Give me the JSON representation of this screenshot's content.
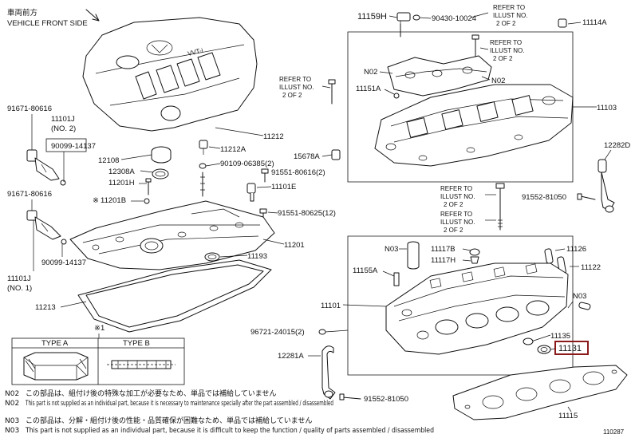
{
  "header": {
    "direction_jp": "車両前方",
    "direction_en": "VEHICLE FRONT SIDE"
  },
  "cover": {
    "badge": "VVT-i"
  },
  "labels": {
    "p11159H": "11159H",
    "p90430_10024": "90430-10024",
    "p11114A": "11114A",
    "p11151A": "11151A",
    "p11103": "11103",
    "p15678A": "15678A",
    "p12282D": "12282D",
    "p91552_81050a": "91552-81050",
    "p91552_81050b": "91552-81050",
    "p91671_80616a": "91671-80616",
    "p91671_80616b": "91671-80616",
    "p11101Ja": "11101J",
    "p11101Jb": "11101J",
    "no2a": "(NO. 2)",
    "no1a": "(NO. 1)",
    "p90099_14137a": "90099-14137",
    "p90099_14137b": "90099-14137",
    "p12108": "12108",
    "p12308A": "12308A",
    "p11212": "11212",
    "p11212A": "11212A",
    "p90109_06385": "90109-06385(2)",
    "p91551_80616": "91551-80616(2)",
    "p11101E": "11101E",
    "p11201H": "11201H",
    "p11201B": "11201B",
    "p91551_80625": "91551-80625(12)",
    "p11201": "11201",
    "p11193": "11193",
    "p11213": "11213",
    "p11101": "11101",
    "p96721_24015": "96721-24015(2)",
    "p12281A": "12281A",
    "p11115": "11115",
    "p11135": "11135",
    "p11131": "11131",
    "p11122": "11122",
    "p11126": "11126",
    "p11117B": "11117B",
    "p11117H": "11117H",
    "p11155A": "11155A",
    "n03a": "N03",
    "n03b": "N03",
    "n02a": "N02",
    "n02b": "N02",
    "star": "※",
    "star1": "※1",
    "fig_code": "110287"
  },
  "refer": [
    {
      "line1": "REFER TO",
      "line2": "ILLUST NO.",
      "line3": "2 OF 2"
    },
    {
      "line1": "REFER TO",
      "line2": "ILLUST NO.",
      "line3": "2 OF 2"
    },
    {
      "line1": "REFER TO",
      "line2": "ILLUST NO.",
      "line3": "2 OF 2"
    },
    {
      "line1": "REFER TO",
      "line2": "ILLUST NO.",
      "line3": "2 OF 2"
    },
    {
      "line1": "REFER TO",
      "line2": "ILLUST NO.",
      "line3": "2 OF 2"
    }
  ],
  "types": {
    "a": "TYPE A",
    "b": "TYPE B"
  },
  "notes": [
    {
      "code": "N02",
      "text": "この部品は、組付け後の特殊な加工が必要なため、単品では補給していません"
    },
    {
      "code": "N02",
      "text": "This part is not supplied as an individual part, because it is necessary to maintenance specially after the part assembled / disassembled"
    },
    {
      "code": "N03",
      "text": "この部品は、分解・組付け後の性能・品質確保が困難なため、単品では補給していません"
    },
    {
      "code": "N03",
      "text": "This part is not supplied as an individual part, because it is difficult to keep the function / quality of parts assembled / disassembled"
    }
  ],
  "highlight_color": "#8b1a1a"
}
